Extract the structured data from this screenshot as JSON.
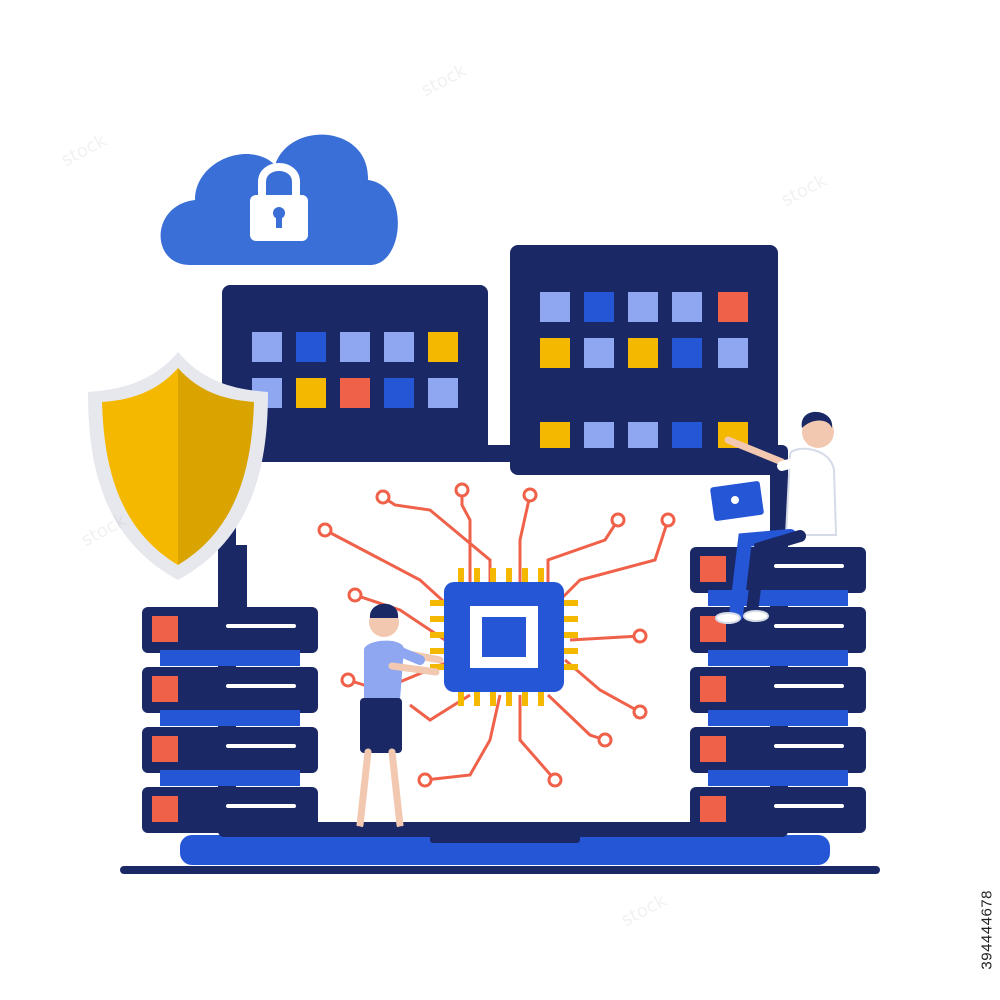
{
  "illustration": {
    "subject": "Cloud computing and data center security illustration",
    "icons": [
      "cloud-lock-icon",
      "shield-icon",
      "microchip-icon",
      "server-rack-icon",
      "laptop-icon"
    ],
    "colors": {
      "navy": "#1a2866",
      "blue": "#2456d6",
      "cloud_blue": "#3a6fd8",
      "light_blue": "#8ea7f0",
      "yellow": "#f5b800",
      "shield_dark": "#d9a400",
      "orange_red": "#f0614a",
      "white": "#ffffff"
    }
  },
  "stock_id": "394444678",
  "watermark_text": "stock"
}
